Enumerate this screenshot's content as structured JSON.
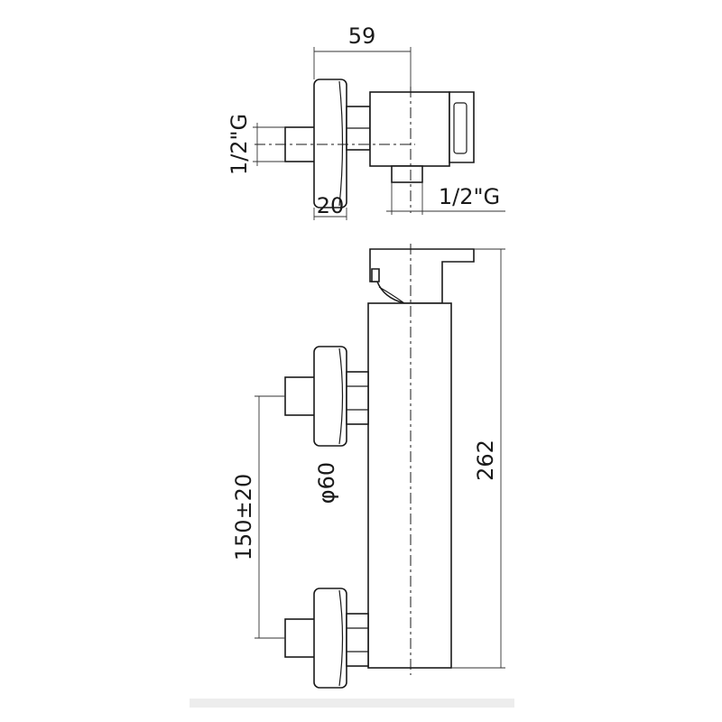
{
  "top_view": {
    "dim_width": "59",
    "dim_inlet_thread": "1/2\"G",
    "dim_flange": "20",
    "dim_outlet_thread": "1/2\"G"
  },
  "front_view": {
    "dim_height": "262",
    "dim_rosette": "φ60",
    "dim_spacing": "150±20"
  },
  "colors": {
    "line": "#1a1a1a",
    "background": "#ffffff",
    "floor": "#ededed"
  }
}
